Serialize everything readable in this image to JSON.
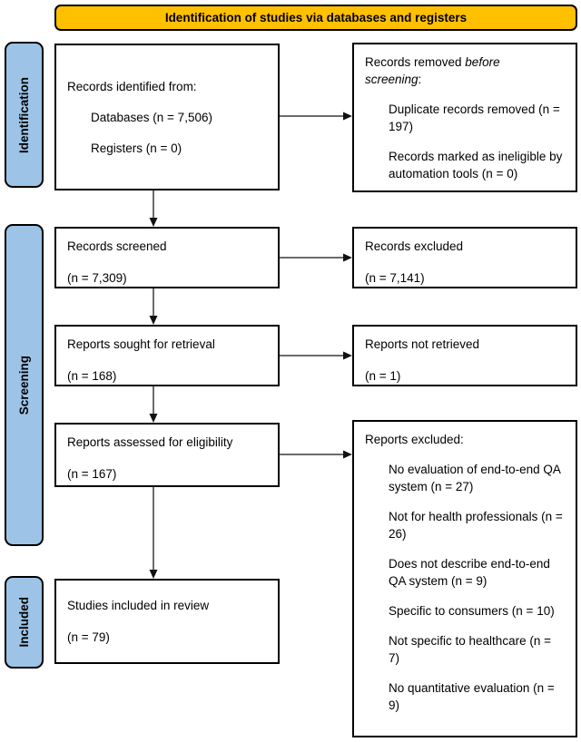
{
  "banner": {
    "label": "Identification of studies via databases and registers"
  },
  "colors": {
    "banner_fill": "#FFC000",
    "stage_fill": "#9DC3E6",
    "box_border": "#000000",
    "arrow": "#3a3a3a"
  },
  "sidebar": {
    "stages": [
      {
        "label": "Identification"
      },
      {
        "label": "Screening"
      },
      {
        "label": "Included"
      }
    ]
  },
  "flow": {
    "records_identified": {
      "title": "Records identified from:",
      "items": [
        "Databases (n = 7,506)",
        "Registers (n = 0)"
      ]
    },
    "records_removed": {
      "title_prefix": "Records removed ",
      "title_italic": "before screening",
      "title_suffix": ":",
      "items": [
        "Duplicate records removed (n = 197)",
        "Records marked as ineligible by automation tools (n = 0)"
      ]
    },
    "records_screened": {
      "title": "Records screened",
      "count": "(n = 7,309)"
    },
    "records_excluded": {
      "title": "Records excluded",
      "count": "(n = 7,141)"
    },
    "reports_sought": {
      "title": "Reports sought for retrieval",
      "count": "(n = 168)"
    },
    "reports_not_retrieved": {
      "title": "Reports not retrieved",
      "count": "(n = 1)"
    },
    "reports_assessed": {
      "title": "Reports assessed for eligibility",
      "count": "(n = 167)"
    },
    "reports_excluded": {
      "title": "Reports excluded:",
      "items": [
        "No evaluation of end-to-end QA system (n = 27)",
        "Not for health professionals (n = 26)",
        "Does not describe end-to-end QA system (n = 9)",
        "Specific to consumers (n = 10)",
        "Not specific to healthcare (n = 7)",
        "No quantitative evaluation (n = 9)"
      ]
    },
    "studies_included": {
      "title": "Studies included in review",
      "count": "(n = 79)"
    }
  }
}
